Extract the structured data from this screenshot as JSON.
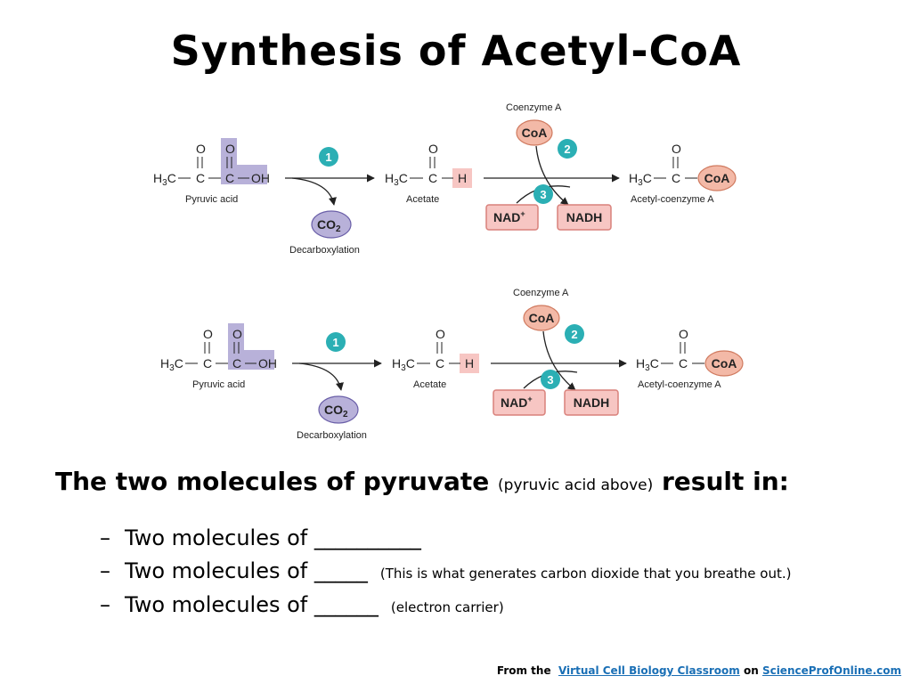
{
  "title": "Synthesis of Acetyl-CoA",
  "diagram": {
    "coenzyme_label": "Coenzyme A",
    "coa": "CoA",
    "oxygen": "O",
    "carbon": "C",
    "hydroxyl": "OH",
    "hydrogen": "H",
    "h3c": "H3C",
    "co2": "CO2",
    "nad": "NAD+",
    "nadh": "NADH",
    "pyruvic_label": "Pyruvic acid",
    "acetate_label": "Acetate",
    "acetylcoa_label": "Acetyl-coenzyme A",
    "decarb_label": "Decarboxylation",
    "steps": [
      "1",
      "2",
      "3"
    ]
  },
  "heading": {
    "main": "The two molecules of pyruvate",
    "aside": "(pyruvic acid above)",
    "tail": "result in:"
  },
  "bullets": [
    {
      "dash": "–",
      "text": "Two molecules of __________",
      "note": ""
    },
    {
      "dash": "–",
      "text": "Two molecules of _____",
      "note": "(This is what generates carbon dioxide that you breathe out.)"
    },
    {
      "dash": "–",
      "text": "Two molecules of ______",
      "note": "(electron carrier)"
    }
  ],
  "footer": {
    "prefix": "From the",
    "link1": "Virtual Cell Biology Classroom",
    "mid": "on",
    "link2": "ScienceProfOnline.com"
  },
  "colors": {
    "purple": "#b8b1d9",
    "teal": "#2bafb4",
    "pink_fill": "#f7c6c3",
    "pink_stroke": "#d9817b",
    "salmon": "#f3b9a7"
  }
}
